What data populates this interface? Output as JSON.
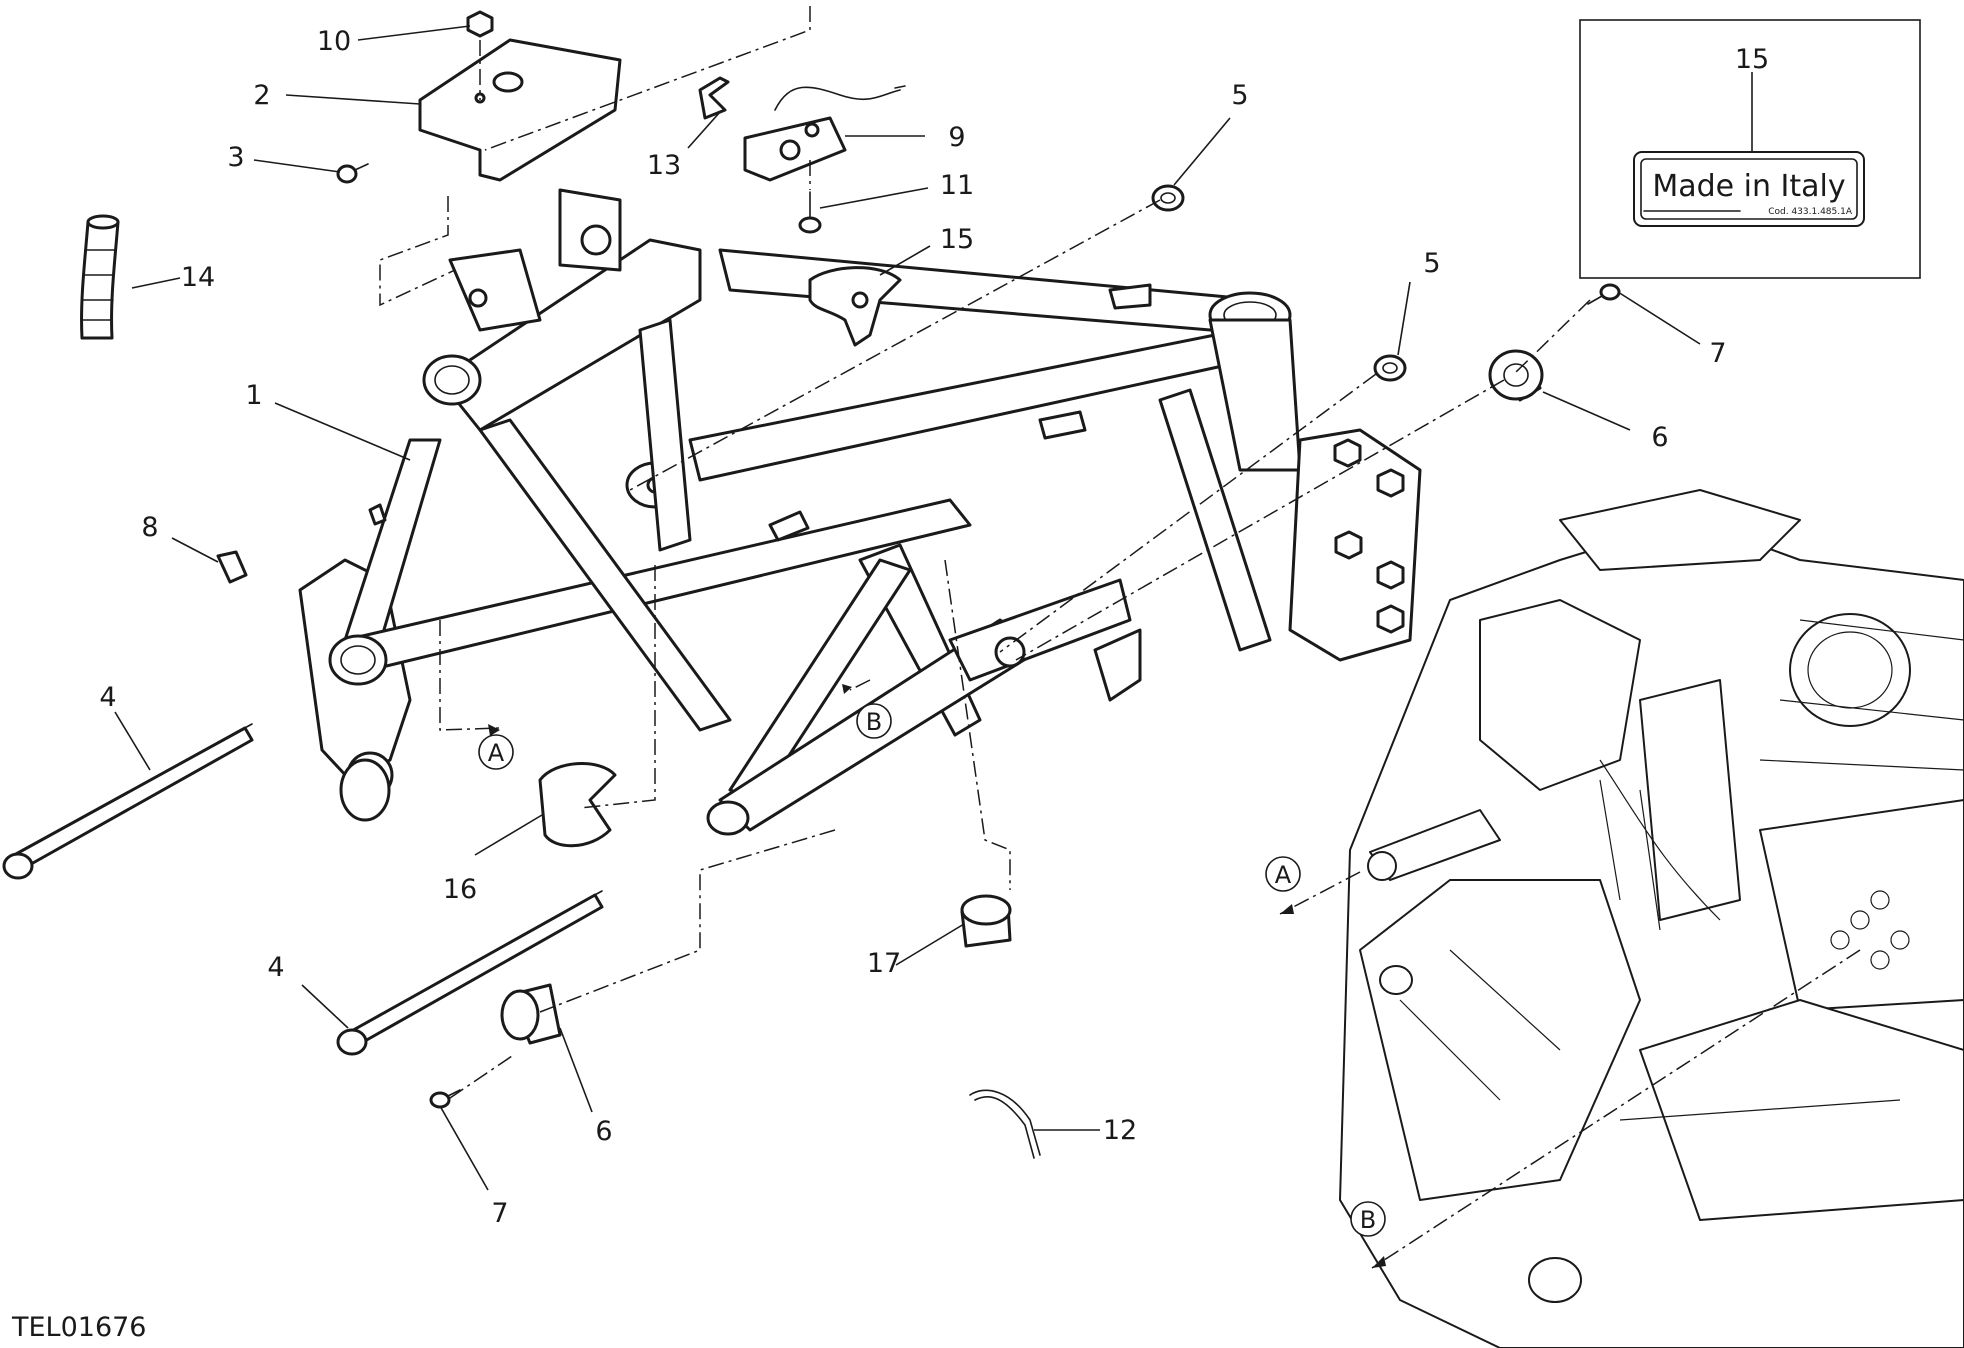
{
  "diagram_code": "TEL01676",
  "label_plate": {
    "title": "Made in Italy",
    "code": "Cod. 433.1.485.1A"
  },
  "callouts": {
    "c1": "1",
    "c2": "2",
    "c3": "3",
    "c4a": "4",
    "c4b": "4",
    "c5a": "5",
    "c5b": "5",
    "c6a": "6",
    "c6b": "6",
    "c7a": "7",
    "c7b": "7",
    "c8": "8",
    "c9": "9",
    "c10": "10",
    "c11": "11",
    "c12": "12",
    "c13": "13",
    "c14": "14",
    "c15a": "15",
    "c15b": "15",
    "c16": "16",
    "c17": "17"
  },
  "references": {
    "a1": "A",
    "b1": "B",
    "a2": "A",
    "b2": "B"
  }
}
